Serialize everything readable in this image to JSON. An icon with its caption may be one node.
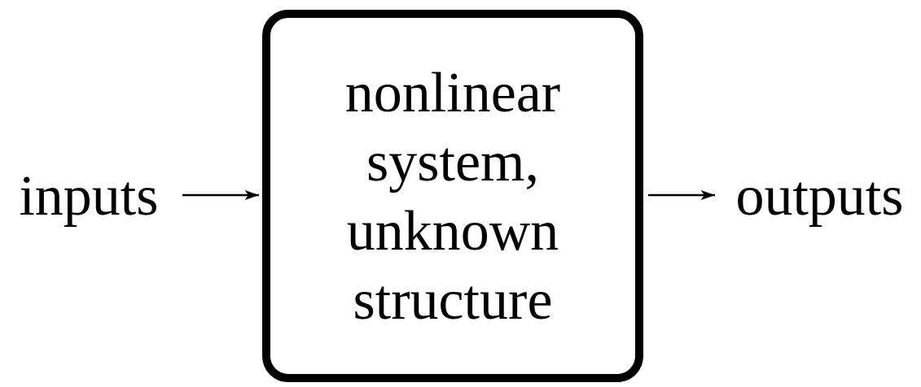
{
  "diagram": {
    "nodes": [
      {
        "text": [
          "inputs"
        ]
      },
      {
        "text": [
          "nonlinear system, unknown structure"
        ]
      },
      {
        "text": [
          "outputs"
        ]
      }
    ],
    "edges": [
      {
        "from": 0,
        "to": 1,
        "arrow": "to"
      },
      {
        "from": 1,
        "to": 2,
        "arrow": "to"
      }
    ]
  }
}
